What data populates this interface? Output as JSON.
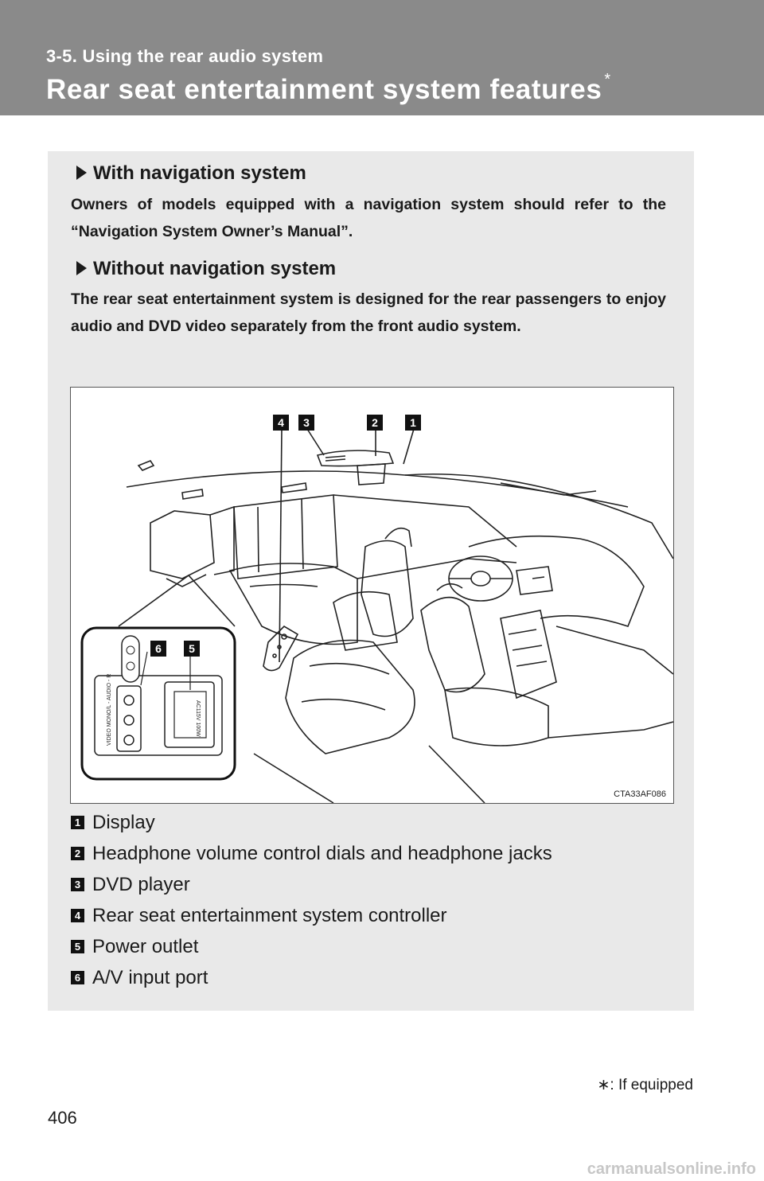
{
  "header": {
    "section": "3-5. Using the rear audio system",
    "title": "Rear seat entertainment system features",
    "title_mark": "*"
  },
  "sections": [
    {
      "heading": "With navigation system",
      "body": "Owners of models equipped with a navigation system should refer to the “Navigation System Owner’s Manual”."
    },
    {
      "heading": "Without navigation system",
      "body": "The rear seat entertainment system is designed for the rear passengers to enjoy audio and DVD video separately from the front audio system."
    }
  ],
  "figure": {
    "code": "CTA33AF086",
    "callouts_top": [
      "4",
      "3",
      "2",
      "1"
    ],
    "callouts_inset": [
      "6",
      "5"
    ],
    "port_text": "VIDEO  MONO/L - AUDIO - R",
    "outlet_text": "AC115V 100W"
  },
  "legend": [
    {
      "num": "1",
      "label": "Display"
    },
    {
      "num": "2",
      "label": "Headphone volume control dials and headphone jacks"
    },
    {
      "num": "3",
      "label": "DVD player"
    },
    {
      "num": "4",
      "label": "Rear seat entertainment system controller"
    },
    {
      "num": "5",
      "label": "Power outlet"
    },
    {
      "num": "6",
      "label": "A/V input port"
    }
  ],
  "footnote": "∗: If equipped",
  "page_number": "406",
  "watermark": "carmanualsonline.info"
}
